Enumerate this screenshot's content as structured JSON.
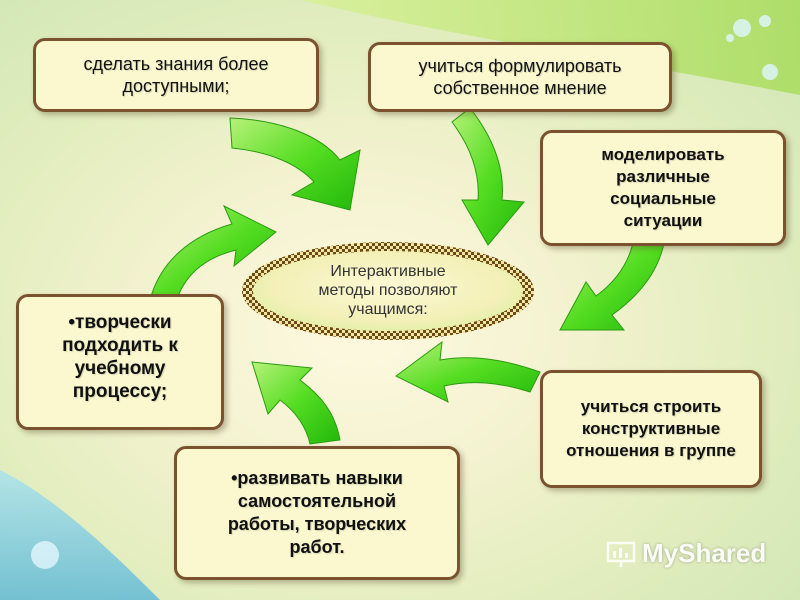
{
  "center": {
    "line1": "Интерактивные",
    "line2": "методы позволяют",
    "line3": "учащимся:"
  },
  "boxes": [
    {
      "text": "сделать знания более доступными;"
    },
    {
      "text": "учиться формулировать собственное мнение"
    },
    {
      "text": "моделировать различные социальные ситуации"
    },
    {
      "text": "учиться строить конструктивные отношения в группе"
    },
    {
      "text": "•развивать навыки самостоятельной работы, творческих работ."
    },
    {
      "text": "•творчески подходить к учебному процессу;"
    }
  ],
  "watermark": {
    "text": "MyShared"
  },
  "colors": {
    "arrow": "#33cc11",
    "arrow_light": "#b8f27a",
    "box_fill": "#fbf8cf",
    "box_border": "#7a5230"
  }
}
